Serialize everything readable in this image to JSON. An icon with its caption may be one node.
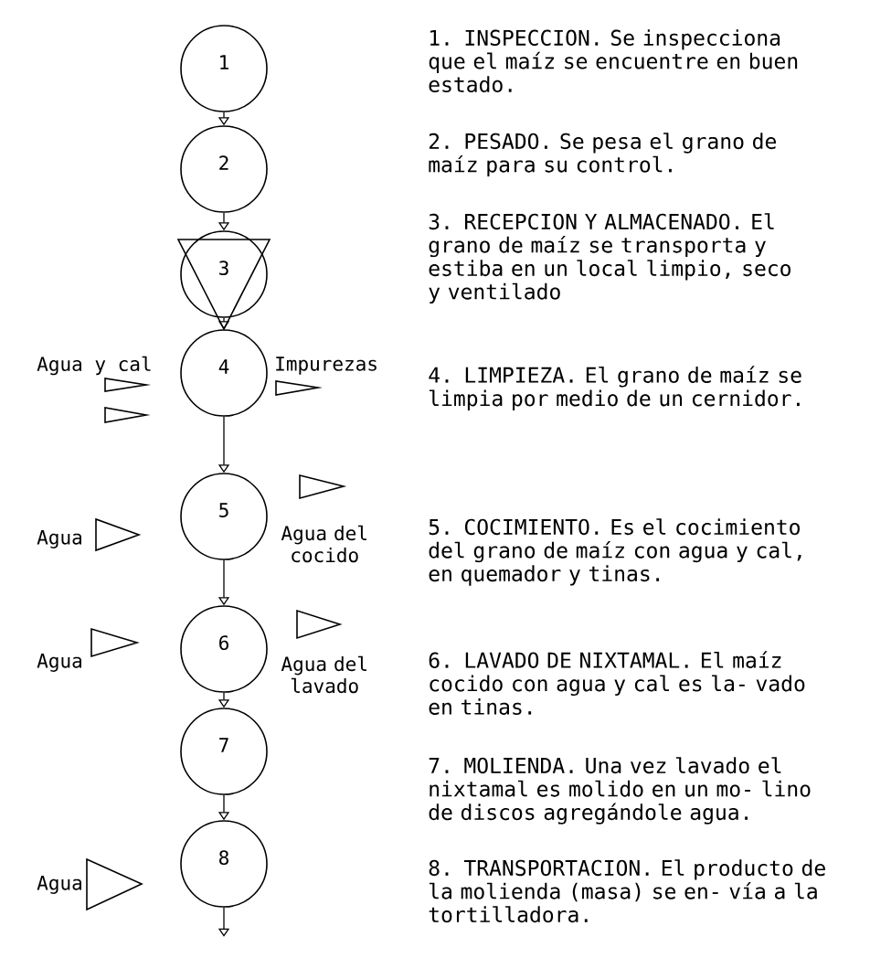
{
  "diagram": {
    "nodes": [
      {
        "text": [
          "1"
        ]
      },
      {
        "text": [
          "2"
        ]
      },
      {
        "text": [
          "3"
        ]
      },
      {
        "text": [
          "4"
        ]
      },
      {
        "text": [
          "5"
        ]
      },
      {
        "text": [
          "6"
        ]
      },
      {
        "text": [
          "7"
        ]
      },
      {
        "text": [
          "8"
        ]
      }
    ],
    "edges": [
      {
        "from": 0,
        "to": 1,
        "arrow": "to"
      },
      {
        "from": 1,
        "to": 2,
        "arrow": "to"
      },
      {
        "from": 2,
        "to": 3,
        "arrow": "to"
      },
      {
        "from": 3,
        "to": 4,
        "arrow": "to"
      },
      {
        "from": 4,
        "to": 5,
        "arrow": "to"
      },
      {
        "from": 5,
        "to": 6,
        "arrow": "to"
      },
      {
        "from": 6,
        "to": 7,
        "arrow": "to"
      },
      {
        "from": 7,
        "to": null,
        "arrow": "to"
      }
    ],
    "labels": [
      "1. INSPECCION. Se inspecciona que el maíz se encuentre en buen estado.",
      "2. PESADO. Se pesa el grano de maíz para su control.",
      "3. RECEPCION Y ALMACENADO. El grano de maíz se transporta y estiba en un local limpio, seco y ventilado",
      "Agua y cal",
      "Impurezas",
      "4. LIMPIEZA. El grano de maíz se limpia por medio de un cernidor.",
      "Agua",
      "Agua del cocido",
      "5. COCIMIENTO. Es el cocimiento del grano de maíz con agua y cal, en quemador y tinas.",
      "Agua",
      "Agua del lavado",
      "6. LAVADO DE NIXTAMAL. El maíz cocido con agua y cal es la- vado en tinas.",
      "7. MOLIENDA. Una vez lavado el nixtamal es molido en un mo- lino de discos agregándole agua.",
      "Agua",
      "8. TRANSPORTACION. El producto de la molienda (masa) se en- vía a la tortilladora."
    ]
  }
}
